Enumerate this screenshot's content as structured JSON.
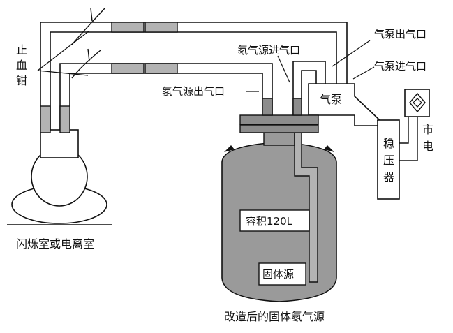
{
  "labels": {
    "clamp": [
      "止",
      "血",
      "钳"
    ],
    "chamber": "闪烁室或电离室",
    "radon_inlet": "氡气源进气口",
    "pump_outlet": "气泵出气口",
    "pump_inlet": "气泵进气口",
    "radon_outlet": "氡气源出气口",
    "pump": "气泵",
    "regulator": [
      "稳",
      "压",
      "器"
    ],
    "mains": [
      "市",
      "电"
    ],
    "volume": "容积120L",
    "solid_source": "固体源",
    "caption": "改造后的固体氡气源"
  },
  "colors": {
    "line": "#111111",
    "fill_gray": "#b3b3b3",
    "tank_gray": "#9a9a9a",
    "cap_gray": "#8c8c8c",
    "white": "#ffffff"
  }
}
